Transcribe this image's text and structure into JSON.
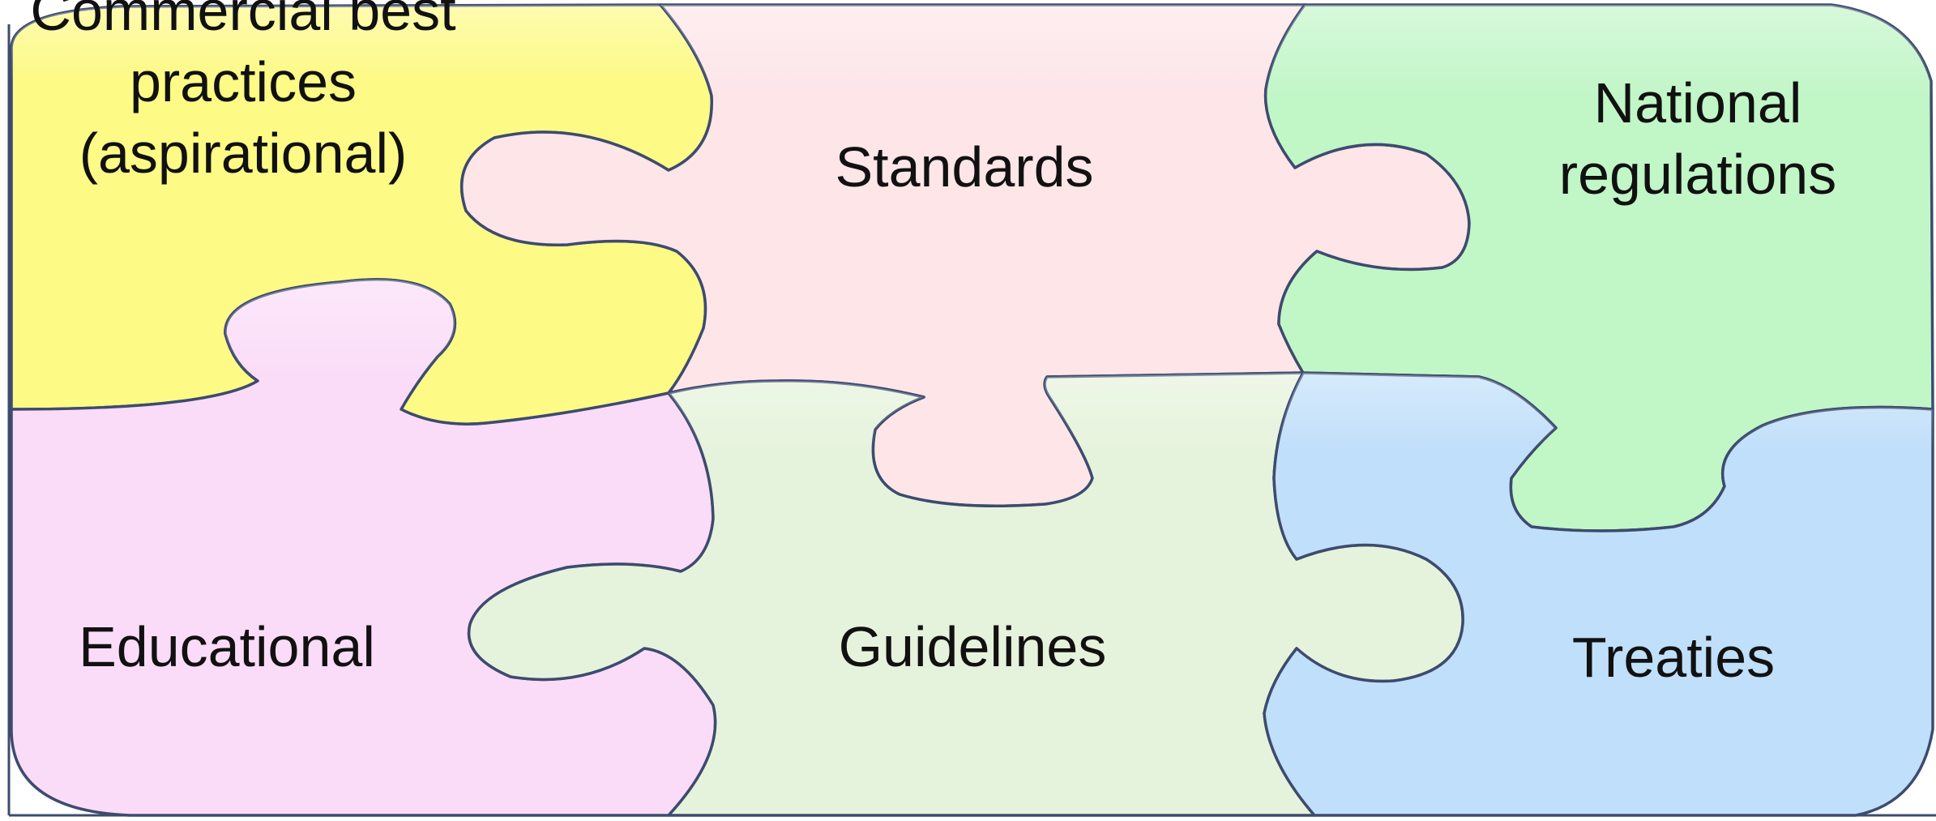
{
  "pieces": [
    {
      "id": "commercial",
      "lines": [
        "Commercial best",
        "practices",
        "(aspirational)"
      ],
      "color": "#fdfa86"
    },
    {
      "id": "standards",
      "lines": [
        "Standards"
      ],
      "color": "#fde5e8"
    },
    {
      "id": "national",
      "lines": [
        "National",
        "regulations"
      ],
      "color": "#c1f6c7"
    },
    {
      "id": "educational",
      "lines": [
        "Educational"
      ],
      "color": "#fbdcf8"
    },
    {
      "id": "guidelines",
      "lines": [
        "Guidelines"
      ],
      "color": "#e6f3dc"
    },
    {
      "id": "treaties",
      "lines": [
        "Treaties"
      ],
      "color": "#c0dffa"
    }
  ],
  "frame_color": "#3d4b6e"
}
